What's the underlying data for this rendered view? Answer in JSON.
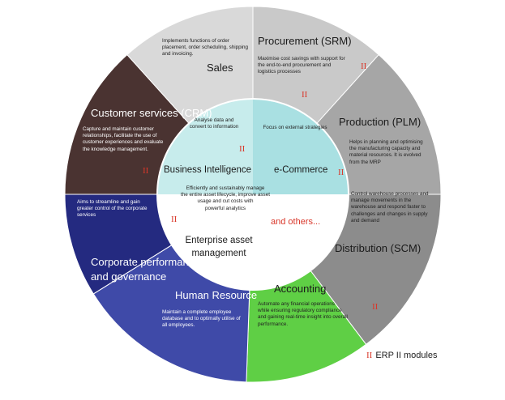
{
  "colors": {
    "sales": "#d9d9d9",
    "procurement": "#c9c9c9",
    "production": "#a6a6a6",
    "distribution": "#8c8c8c",
    "accounting": "#5fcf45",
    "human_resource": "#3f4aa8",
    "corporate": "#242a80",
    "customer": "#4a3331",
    "bi": "#c7ecec",
    "ecommerce": "#a9e0e2",
    "eam": "#ffffff",
    "others": "#ffffff",
    "accent": "#d9372a"
  },
  "modules": {
    "sales": {
      "title": "Sales",
      "desc": [
        "Implements functions of order",
        "placement, order scheduling, shipping",
        "and invoicing."
      ]
    },
    "procurement": {
      "title": "Procurement (SRM)",
      "desc": [
        "Maximise cost savings with support for",
        "the end-to-end procurement and",
        "logistics processes"
      ]
    },
    "production": {
      "title": "Production (PLM)",
      "desc": [
        "Helps in planning and optimising",
        "the manufacturing capacity and",
        "material resources. It is evolved",
        "from the MRP"
      ]
    },
    "distribution": {
      "title": "Distribution (SCM)",
      "desc": [
        "Control warehouse processes and",
        "manage movements in the",
        "warehouse and respond faster to",
        "challenges and changes in supply",
        "and demand"
      ]
    },
    "accounting": {
      "title": "Accounting",
      "desc": [
        "Automate any financial operations",
        "while ensuring regulatory compliance",
        "and gaining real-time insight into overall",
        "performance."
      ]
    },
    "human_resource": {
      "title": "Human Resource",
      "desc": [
        "Maintain a complete employee",
        "database and to optimally utilise of",
        "all employees."
      ]
    },
    "corporate": {
      "title": [
        "Corporate performance",
        "and governance"
      ],
      "desc": [
        "Aims to streamline and gain",
        "greater control of the corporate",
        "services"
      ]
    },
    "customer": {
      "title": "Customer services (CRM)",
      "desc": [
        "Capture and maintain customer",
        "relationships, facilitate the use of",
        "customer experiences and evaluate",
        "the knowledge management."
      ]
    }
  },
  "inner": {
    "bi": {
      "title": "Business Intelligence",
      "desc": [
        "Analyse data and",
        "convert to information"
      ]
    },
    "ecommerce": {
      "title": "e-Commerce",
      "desc": [
        "Focus on external strategies"
      ]
    },
    "eam": {
      "title": [
        "Enterprise asset",
        "management"
      ],
      "desc": [
        "Efficiently and sustainably manage",
        "the entire asset lifecycle, improve asset",
        "usage and cut costs with",
        "powerful analytics"
      ]
    },
    "others": {
      "title": "and others..."
    }
  },
  "mark_symbol": "II",
  "legend": {
    "symbol": "II",
    "label": "ERP II modules"
  }
}
